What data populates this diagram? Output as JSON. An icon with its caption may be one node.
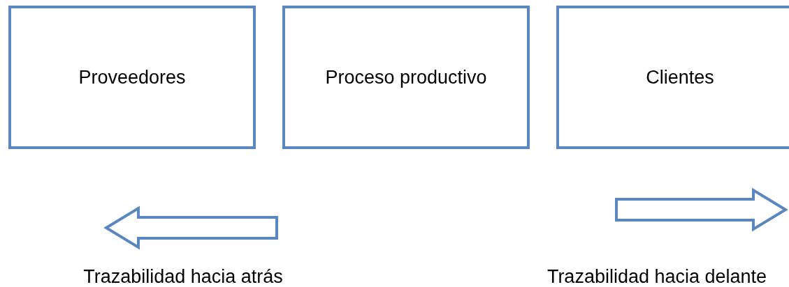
{
  "diagram": {
    "nodes": [
      {
        "text": [
          "Proveedores"
        ]
      },
      {
        "text": [
          "Proceso productivo"
        ]
      },
      {
        "text": [
          "Clientes"
        ]
      }
    ],
    "labels": [
      "Trazabilidad hacia atrás",
      "Trazabilidad hacia delante"
    ]
  }
}
